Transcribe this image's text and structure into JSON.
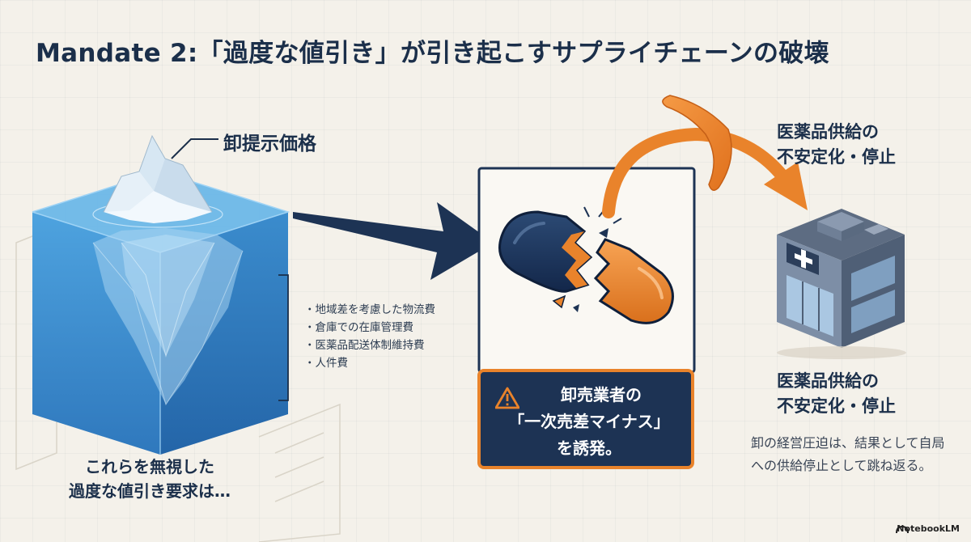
{
  "title": "Mandate 2:「過度な値引き」が引き起こすサプライチェーンの破壊",
  "iceberg": {
    "tip_label": "卸提示価格",
    "hidden_costs": [
      "地域差を考慮した物流費",
      "倉庫での在庫管理費",
      "医薬品配送体制維持費",
      "人件費"
    ],
    "caption_line1": "これらを無視した",
    "caption_line2": "過度な値引き要求は…"
  },
  "warning": {
    "icon": "warning-triangle-icon",
    "line1": "卸売業者の",
    "line2": "「一次売差マイナス」",
    "line3": "を誘発。"
  },
  "supply": {
    "top_line1": "医薬品供給の",
    "top_line2": "不安定化・停止",
    "bottom_line1": "医薬品供給の",
    "bottom_line2": "不安定化・停止",
    "desc": "卸の経営圧迫は、結果として自局への供給停止として跳ね返る。"
  },
  "brand": "NotebookLM",
  "colors": {
    "navy": "#1d3354",
    "orange": "#e9832b",
    "ice_blue": "#3d8fcf",
    "background": "#f4f1ea"
  }
}
